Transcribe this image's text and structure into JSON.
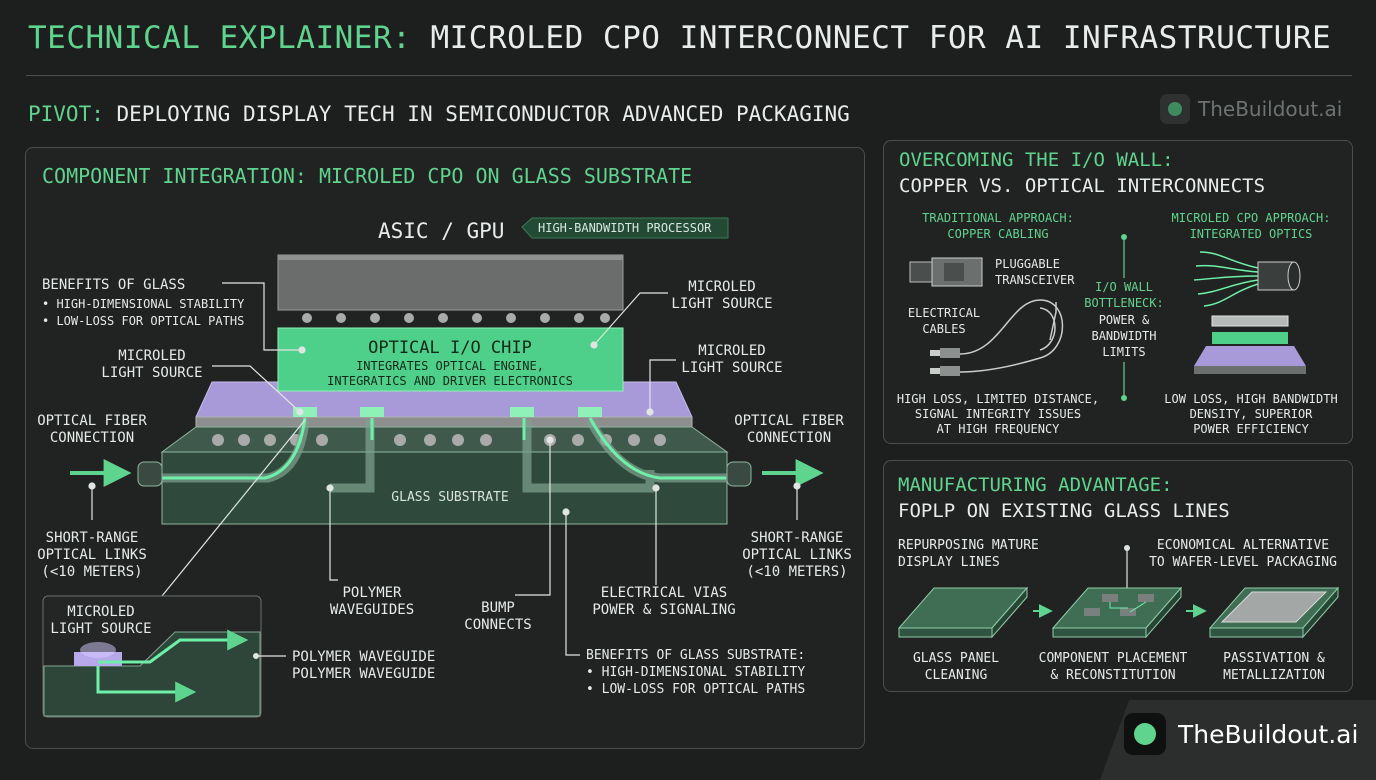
{
  "header": {
    "title_prefix": "TECHNICAL EXPLAINER:",
    "title_main": "MICROLED CPO INTERCONNECT FOR AI INFRASTRUCTURE",
    "subtitle_prefix": "PIVOT:",
    "subtitle_main": "DEPLOYING DISPLAY TECH IN SEMICONDUCTOR ADVANCED PACKAGING",
    "brand": "TheBuildout.ai"
  },
  "left_panel": {
    "title": "COMPONENT INTEGRATION: MICROLED CPO ON GLASS SUBSTRATE",
    "asic_label": "ASIC / GPU",
    "asic_tag": "HIGH-BANDWIDTH PROCESSOR",
    "benefits_glass": {
      "title": "BENEFITS OF GLASS",
      "items": [
        "• HIGH-DIMENSIONAL STABILITY",
        "• LOW-LOSS FOR OPTICAL PATHS"
      ]
    },
    "chip_title": "OPTICAL I/O CHIP",
    "chip_line1": "INTEGRATES OPTICAL ENGINE,",
    "chip_line2": "INTEGRATICS AND DRIVER ELECTRONICS",
    "microled_top_right": [
      "MICROLED",
      "LIGHT SOURCE"
    ],
    "microled_left": [
      "MICROLED",
      "LIGHT SOURCE"
    ],
    "microled_right": [
      "MICROLED",
      "LIGHT SOURCE"
    ],
    "fiber_left": [
      "OPTICAL FIBER",
      "CONNECTION"
    ],
    "fiber_right": [
      "OPTICAL FIBER",
      "CONNECTION"
    ],
    "glass_substrate": "GLASS SUBSTRATE",
    "short_range_left": [
      "SHORT-RANGE",
      "OPTICAL LINKS",
      "(<10 METERS)"
    ],
    "short_range_right": [
      "SHORT-RANGE",
      "OPTICAL LINKS",
      "(<10 METERS)"
    ],
    "polymer_waveguides": [
      "POLYMER",
      "WAVEGUIDES"
    ],
    "bump_connects": [
      "BUMP",
      "CONNECTS"
    ],
    "electrical_vias": [
      "ELECTRICAL VIAS",
      "POWER & SIGNALING"
    ],
    "inset_label": [
      "MICROLED",
      "LIGHT SOURCE"
    ],
    "inset_waveguide": [
      "POLYMER WAVEGUIDE",
      "POLYMER WAVEGUIDE"
    ],
    "benefits_substrate": {
      "title": "BENEFITS OF GLASS SUBSTRATE:",
      "items": [
        "• HIGH-DIMENSIONAL STABILITY",
        "• LOW-LOSS FOR OPTICAL PATHS"
      ]
    }
  },
  "io_panel": {
    "title_line1": "OVERCOMING THE I/O WALL:",
    "title_line2": "COPPER VS. OPTICAL INTERCONNECTS",
    "traditional": [
      "TRADITIONAL APPROACH:",
      "COPPER CABLING"
    ],
    "microled_cpo": [
      "MICROLED CPO APPROACH:",
      "INTEGRATED OPTICS"
    ],
    "pluggable": [
      "PLUGGABLE",
      "TRANSCEIVER"
    ],
    "electrical_cables": [
      "ELECTRICAL",
      "CABLES"
    ],
    "wall": [
      "I/O WALL",
      "BOTTLENECK:",
      "POWER &",
      "BANDWIDTH",
      "LIMITS"
    ],
    "copper_note": [
      "HIGH LOSS, LIMITED DISTANCE,",
      "SIGNAL INTEGRITY ISSUES",
      "AT HIGH FREQUENCY"
    ],
    "optical_note": [
      "LOW LOSS, HIGH BANDWIDTH",
      "DENSITY, SUPERIOR",
      "POWER EFFICIENCY"
    ]
  },
  "mfg_panel": {
    "title_line1": "MANUFACTURING ADVANTAGE:",
    "title_line2": "FOPLP ON EXISTING GLASS LINES",
    "repurposing": [
      "REPURPOSING MATURE",
      "DISPLAY LINES"
    ],
    "economical": [
      "ECONOMICAL ALTERNATIVE",
      "TO WAFER-LEVEL PACKAGING"
    ],
    "step1": [
      "GLASS PANEL",
      "CLEANING"
    ],
    "step2": [
      "COMPONENT PLACEMENT",
      "& RECONSTITUTION"
    ],
    "step3": [
      "PASSIVATION &",
      "METALLIZATION"
    ]
  },
  "footer": {
    "brand": "TheBuildout.ai"
  },
  "colors": {
    "accent": "#5fd48e",
    "background": "#1d1f1e",
    "chip": "#4ed08a",
    "purple": "#a89ad8"
  }
}
